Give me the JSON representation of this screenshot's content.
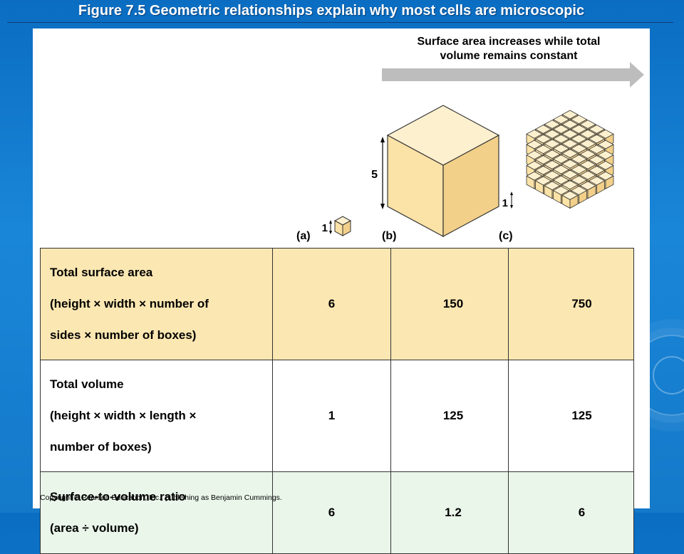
{
  "slide": {
    "title": "Figure 7.5  Geometric relationships explain why most cells are microscopic"
  },
  "figure": {
    "heading_line1": "Surface area increases while total",
    "heading_line2": "volume remains constant",
    "cube_a": {
      "label": "(a)",
      "dimension": "1"
    },
    "cube_b": {
      "label": "(b)",
      "dimension": "5"
    },
    "cube_c": {
      "label": "(c)",
      "dimension": "1"
    },
    "colors": {
      "cube_face": "#fbe2a6",
      "cube_top": "#fdf0cf",
      "cube_side": "#f2d08a",
      "arrow": "#bdbdbd"
    }
  },
  "table": {
    "rows": [
      {
        "header_lines": [
          "Total surface area",
          "(height  × width × number of",
          "sides × number of boxes)"
        ],
        "values": [
          "6",
          "150",
          "750"
        ]
      },
      {
        "header_lines": [
          "Total volume",
          "(height × width × length ×",
          "number of boxes)"
        ],
        "values": [
          "1",
          "125",
          "125"
        ]
      },
      {
        "header_lines": [
          "Surface-to-volume ratio",
          "(area ÷ volume)"
        ],
        "values": [
          "6",
          "1.2",
          "6"
        ]
      }
    ]
  },
  "footer": {
    "copyright": "Copyright © Pearson Education, Inc., publishing as Benjamin Cummings."
  }
}
